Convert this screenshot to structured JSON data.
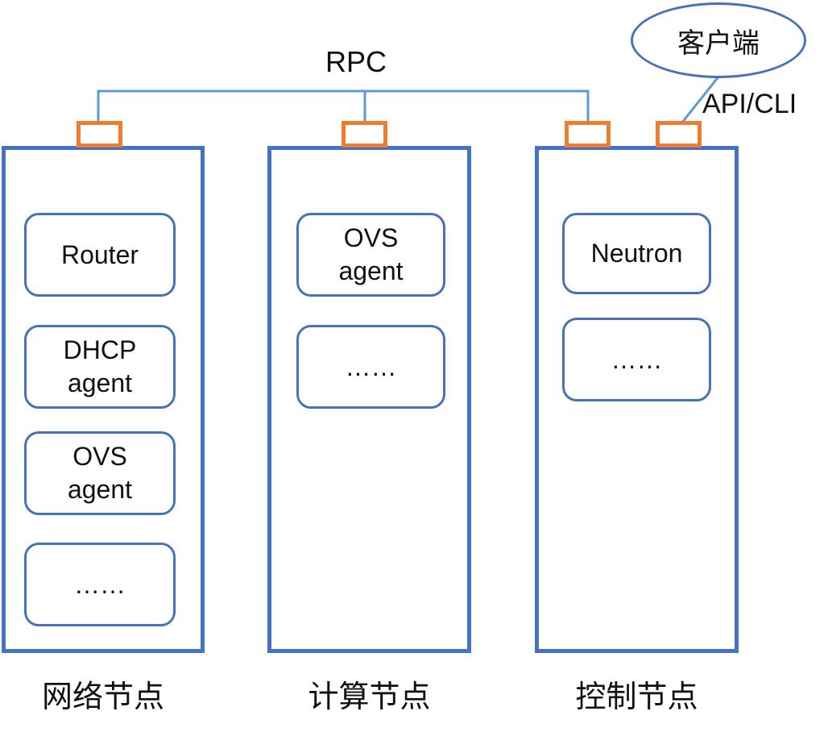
{
  "connections": {
    "rpc_label": "RPC",
    "api_cli_label": "API/CLI"
  },
  "client": {
    "label": "客户端"
  },
  "nodes": [
    {
      "label": "网络节点",
      "components": [
        "Router",
        "DHCP\nagent",
        "OVS\nagent",
        "……"
      ]
    },
    {
      "label": "计算节点",
      "components": [
        "OVS\nagent",
        "……"
      ]
    },
    {
      "label": "控制节点",
      "components": [
        "Neutron",
        "……"
      ]
    }
  ],
  "colors": {
    "connector_line": "#5B9BD5",
    "node_border": "#4472C4",
    "component_border": "#4673B8",
    "connector_box_border": "#ED7D31",
    "text": "#111111"
  }
}
